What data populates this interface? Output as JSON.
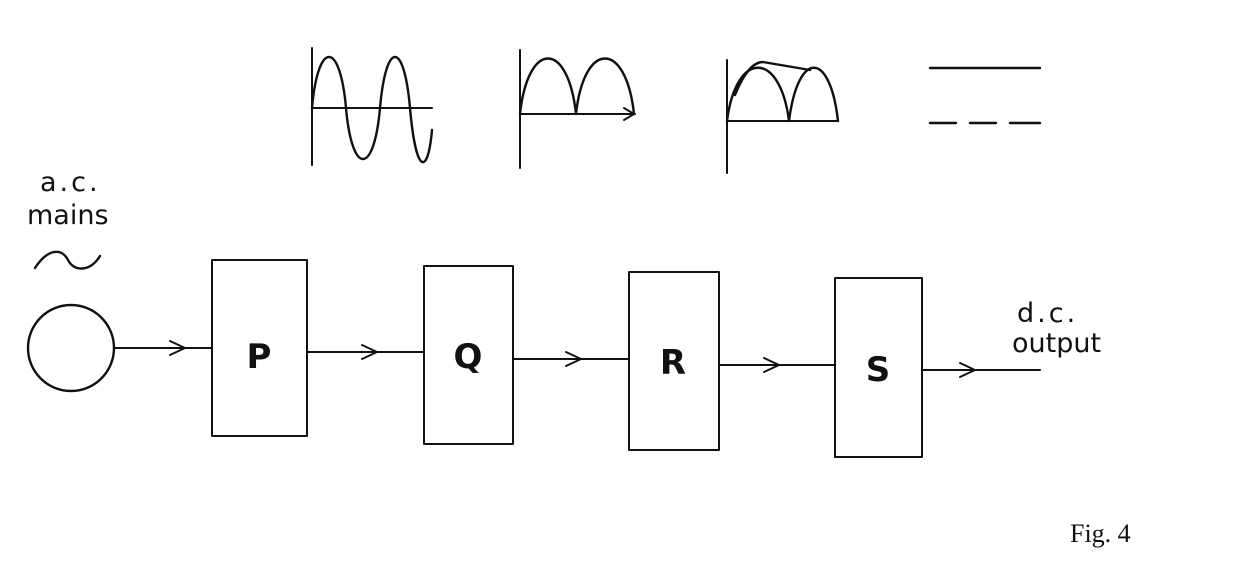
{
  "source": {
    "label_line1": "a.c.",
    "label_line2": "mains"
  },
  "blocks": [
    {
      "id": "P",
      "label": "P"
    },
    {
      "id": "Q",
      "label": "Q"
    },
    {
      "id": "R",
      "label": "R"
    },
    {
      "id": "S",
      "label": "S"
    }
  ],
  "output": {
    "label_line1": "d.c.",
    "label_line2": "output"
  },
  "waveforms": [
    {
      "stage": "P",
      "shape": "alternating-sine"
    },
    {
      "stage": "Q",
      "shape": "full-wave-rectified"
    },
    {
      "stage": "R",
      "shape": "rectified-with-ripple"
    },
    {
      "stage": "S",
      "shape": "steady-dc-lines"
    }
  ],
  "figure_caption": "Fig. 4"
}
